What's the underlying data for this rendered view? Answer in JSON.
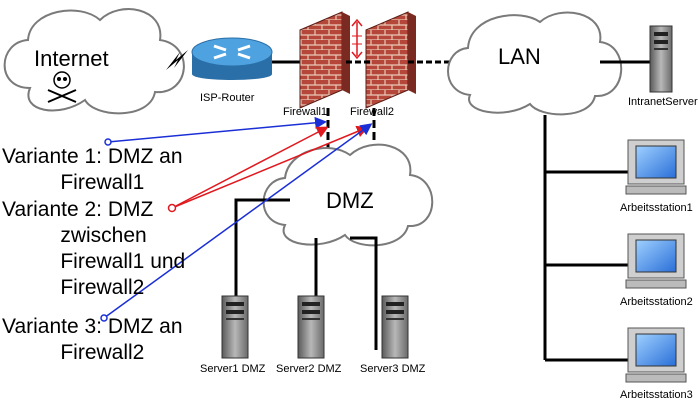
{
  "diagram": {
    "clouds": {
      "internet": "Internet",
      "lan": "LAN",
      "dmz": "DMZ"
    },
    "devices": {
      "router": "ISP-Router",
      "firewall1": "Firewall1",
      "firewall2": "Firewall2",
      "intranet_server": "IntranetServer",
      "workstation1": "Arbeitsstation1",
      "workstation2": "Arbeitsstation2",
      "workstation3": "Arbeitsstation3",
      "server1": "Server1 DMZ",
      "server2": "Server2 DMZ",
      "server3": "Server3 DMZ"
    },
    "variants": {
      "v1": "Variante 1: DMZ an\n          Firewall1",
      "v2": "Variante 2: DMZ\n          zwischen\n          Firewall1 und\n          Firewall2",
      "v3": "Variante 3: DMZ an\n          Firewall2"
    },
    "colors": {
      "firewall_brick": "#b5473a",
      "variant1_arrow": "#1a2fd6",
      "variant2_arrow": "#e0191f",
      "variant3_arrow": "#1a2fd6",
      "router": "#3a8fd0"
    }
  }
}
